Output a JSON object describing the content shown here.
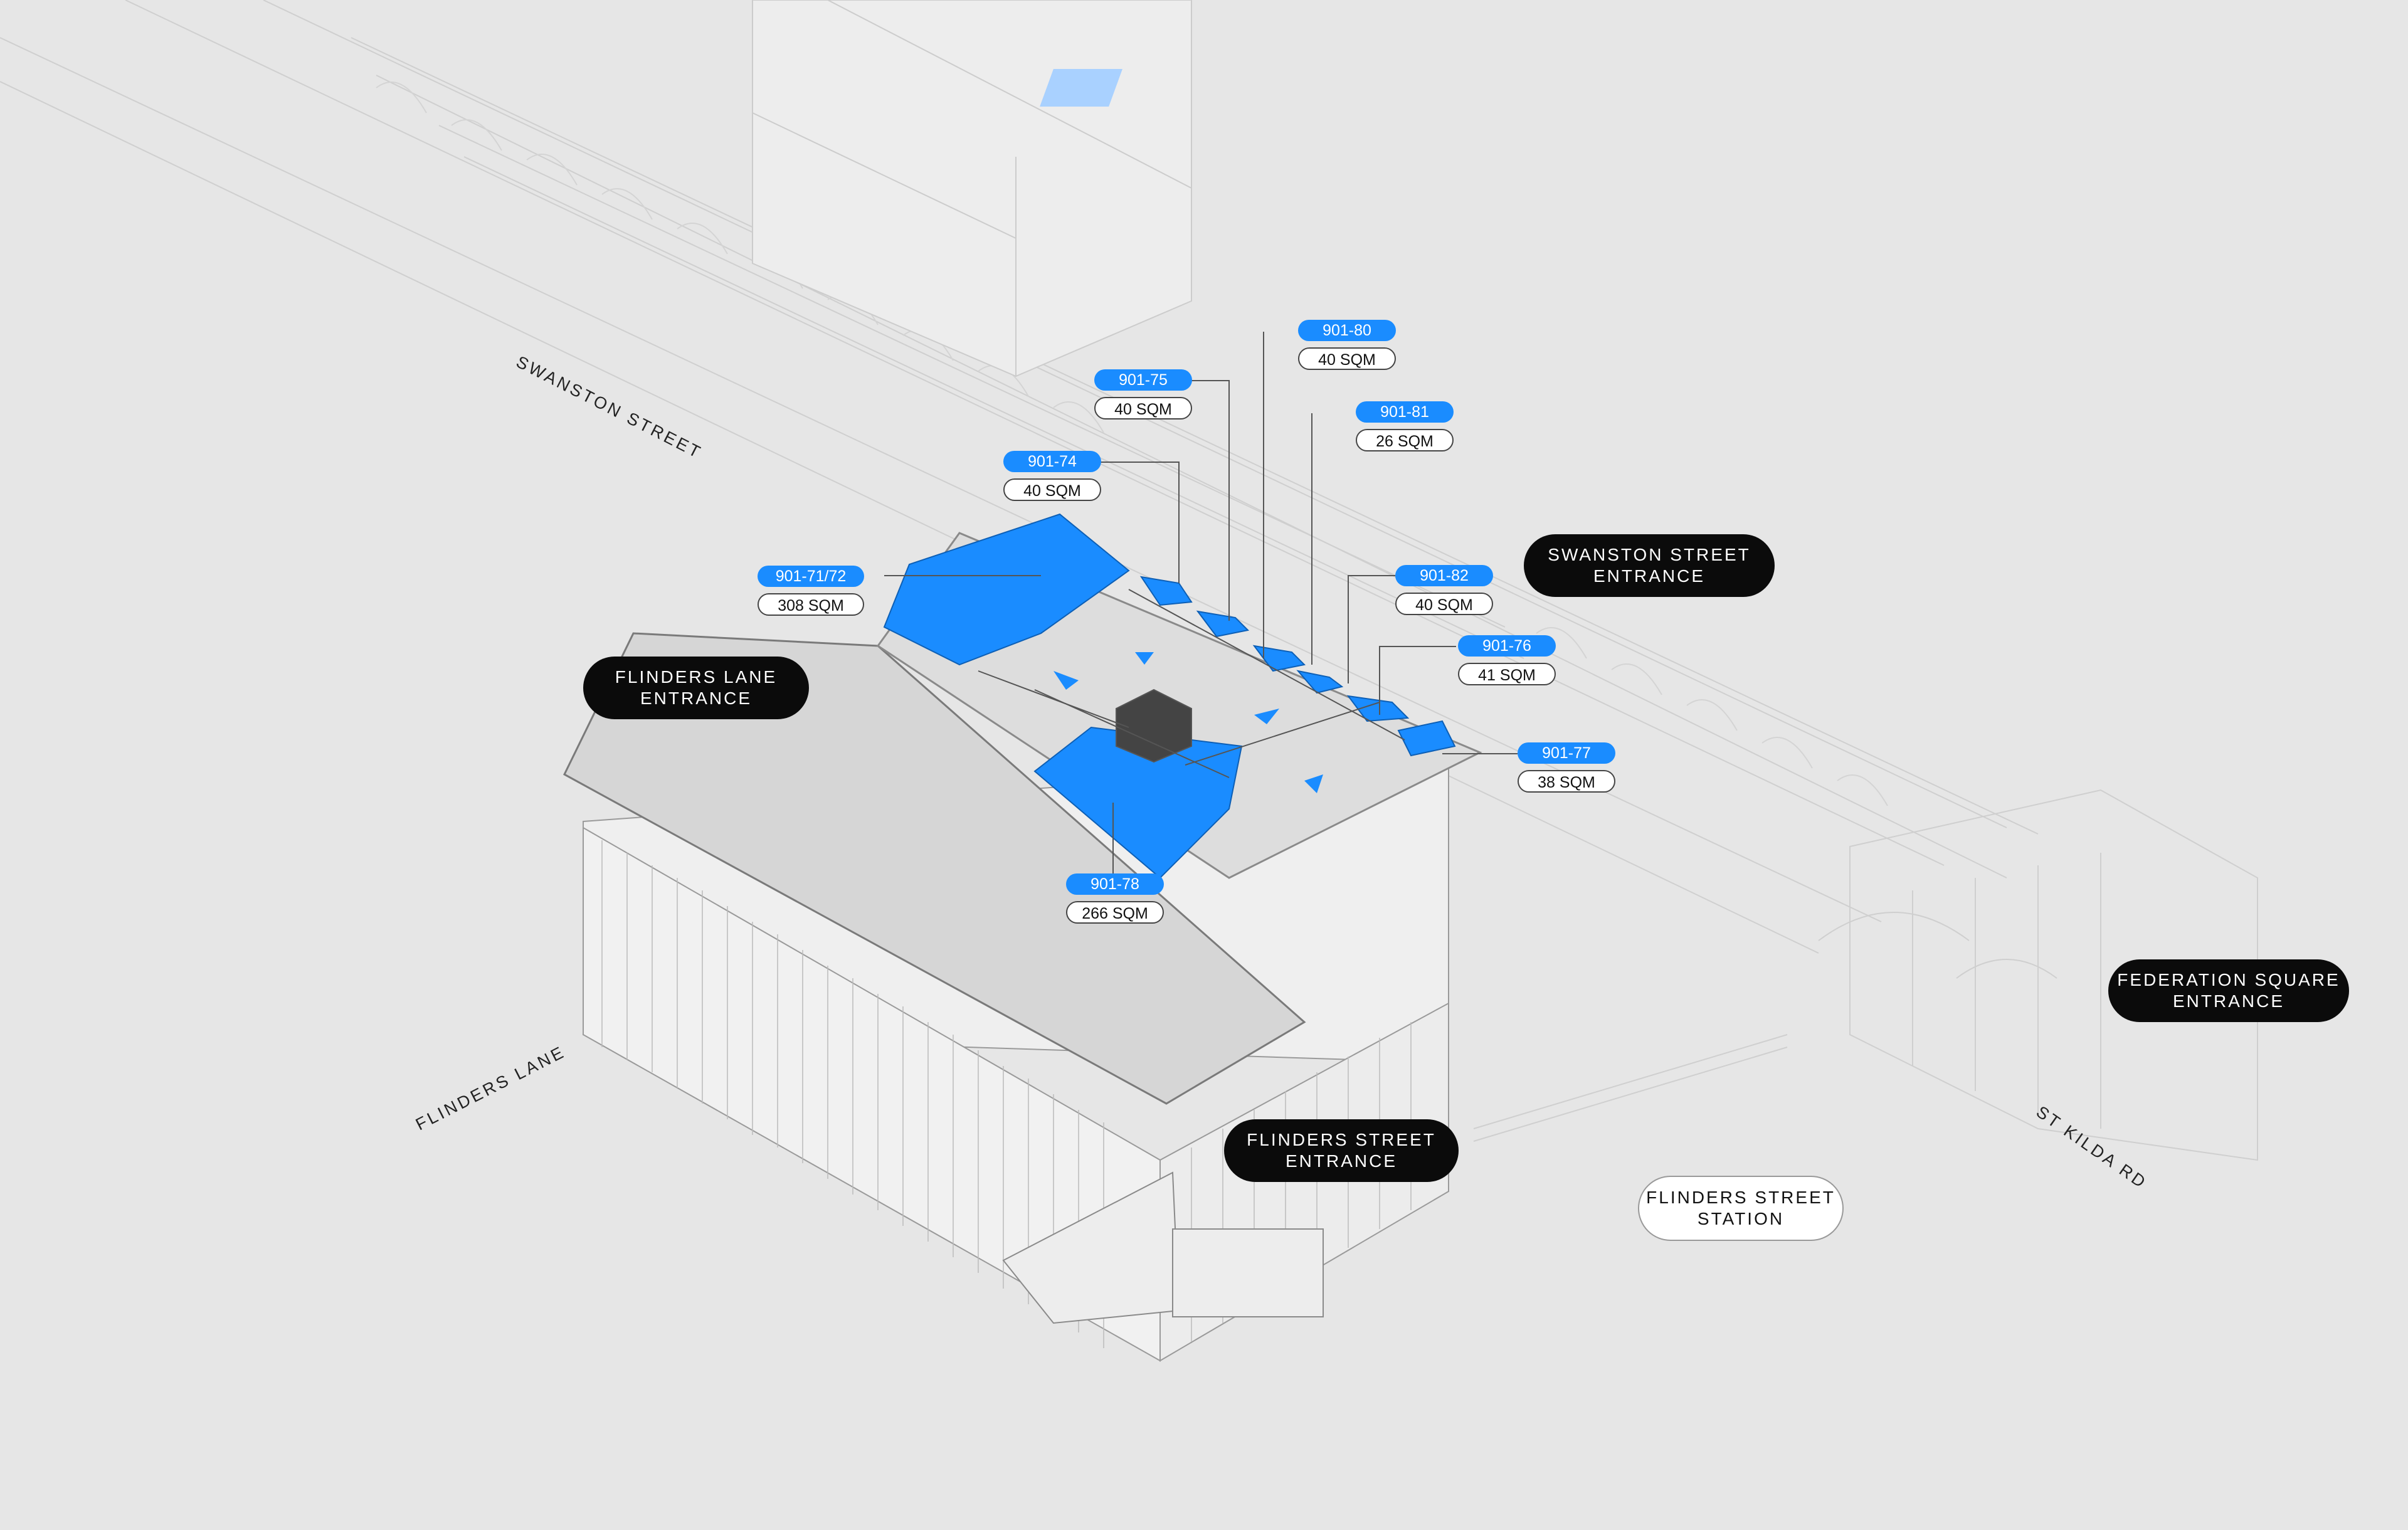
{
  "streets": {
    "swanston": "SWANSTON STREET",
    "flinders_lane": "FLINDERS LANE",
    "st_kilda": "ST KILDA RD"
  },
  "entrances": {
    "flinders_lane": [
      "FLINDERS LANE",
      "ENTRANCE"
    ],
    "swanston": [
      "SWANSTON STREET",
      "ENTRANCE"
    ],
    "federation_square": [
      "FEDERATION SQUARE",
      "ENTRANCE"
    ],
    "flinders_street": [
      "FLINDERS STREET",
      "ENTRANCE"
    ],
    "flinders_station": [
      "FLINDERS STREET",
      "STATION"
    ]
  },
  "units": [
    {
      "id": "901-80",
      "area": "40 SQM"
    },
    {
      "id": "901-75",
      "area": "40 SQM"
    },
    {
      "id": "901-81",
      "area": "26 SQM"
    },
    {
      "id": "901-74",
      "area": "40 SQM"
    },
    {
      "id": "901-71/72",
      "area": "308 SQM"
    },
    {
      "id": "901-82",
      "area": "40 SQM"
    },
    {
      "id": "901-76",
      "area": "41 SQM"
    },
    {
      "id": "901-77",
      "area": "38 SQM"
    },
    {
      "id": "901-78",
      "area": "266 SQM"
    }
  ],
  "colors": {
    "background": "#e6e6e6",
    "tenancy_blue": "#1a8cff",
    "entrance_black": "#0b0b0b"
  }
}
